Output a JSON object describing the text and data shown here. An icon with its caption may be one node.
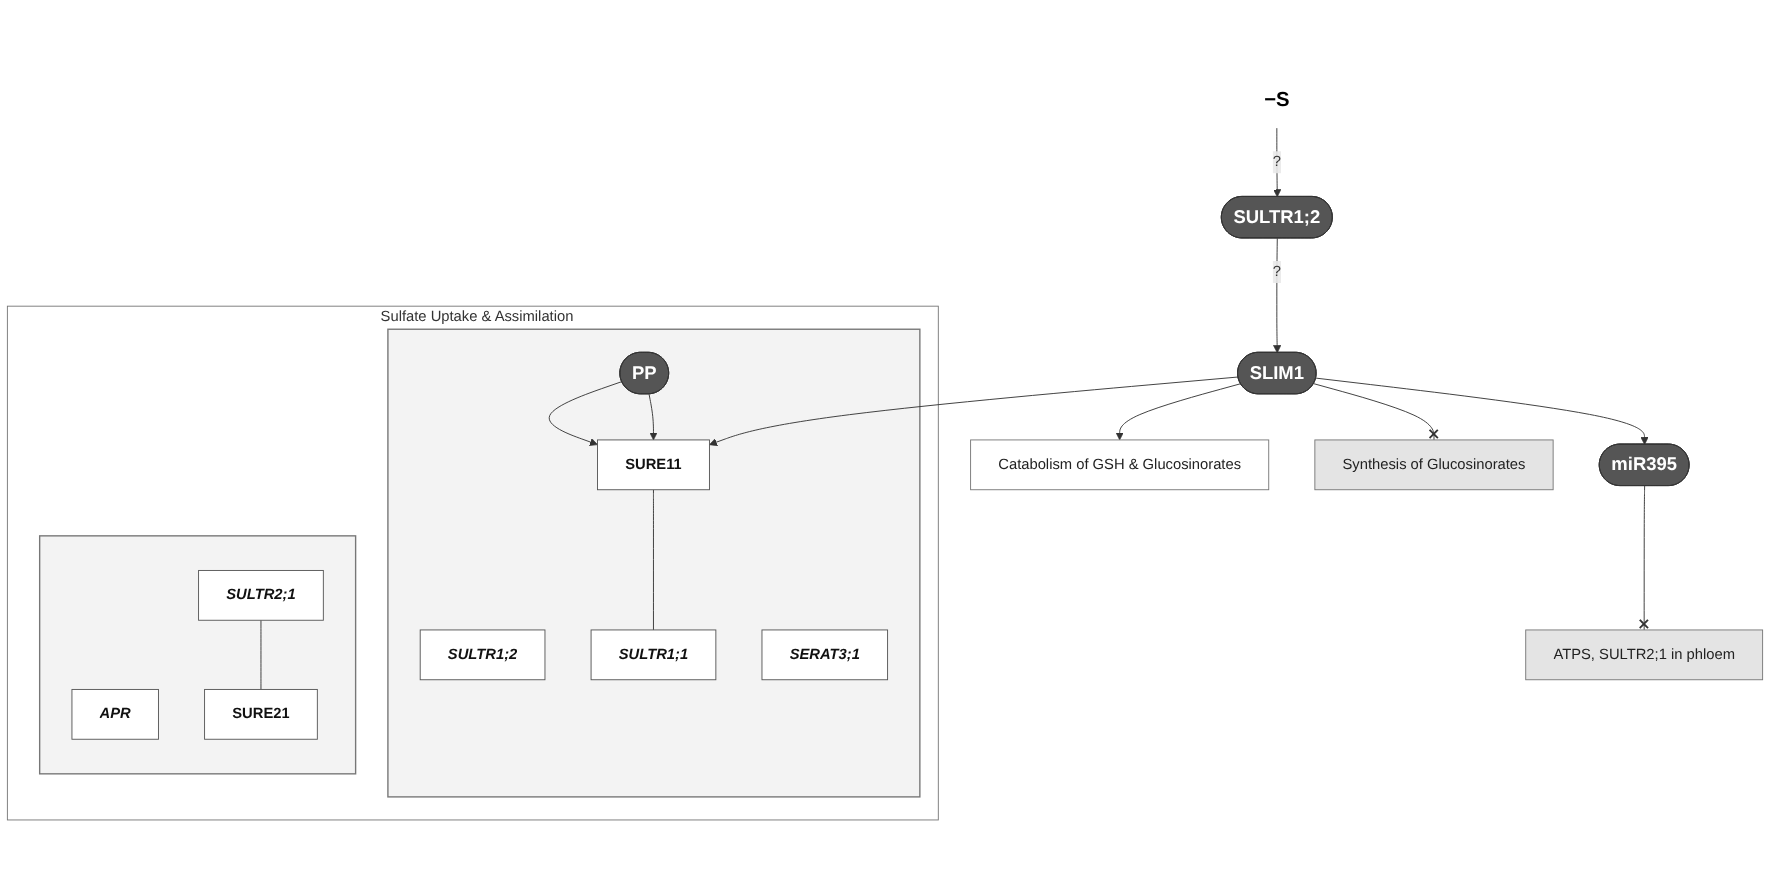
{
  "diagram": {
    "nodes": [
      {
        "text": [
          "−S"
        ]
      },
      {
        "text": [
          "SULTR1;2"
        ]
      },
      {
        "text": [
          "Catabolism of GSH & Glucosinorates"
        ]
      },
      {
        "text": [
          "SLIM1"
        ]
      },
      {
        "text": [
          "Synthesis of Glucosinorates"
        ]
      },
      {
        "text": [
          "ATPS, SULTR2;1 in phloem"
        ]
      },
      {
        "text": [
          "miR395"
        ]
      },
      {
        "text": [
          "Sulfate Uptake & Assimilation"
        ]
      },
      {
        "text": [],
        "shape": "box",
        "in": 7
      },
      {
        "text": [
          "SULTR1;2"
        ],
        "in": 8
      },
      {
        "text": [
          "SURE11"
        ],
        "in": 8
      },
      {
        "text": [
          "SULTR1;1"
        ],
        "in": 8
      },
      {
        "text": [
          "PP"
        ],
        "in": 8
      },
      {
        "text": [
          "SERAT3;1"
        ],
        "in": 8
      },
      {
        "text": [],
        "shape": "box",
        "in": 7
      },
      {
        "text": [
          "APR"
        ],
        "in": 14
      },
      {
        "text": [
          "SULTR2;1"
        ],
        "in": 14
      },
      {
        "text": [
          "SURE21"
        ],
        "in": 14
      }
    ],
    "edges": [
      {
        "from": 0,
        "to": 1,
        "arrow": "to",
        "label": "?"
      },
      {
        "from": 1,
        "to": 3,
        "arrow": "to",
        "label": "?"
      },
      {
        "from": 3,
        "to": 2,
        "arrow": "to"
      },
      {
        "from": 3,
        "to": 4,
        "arrow": "other"
      },
      {
        "from": 3,
        "to": 10,
        "arrow": "to"
      },
      {
        "from": 3,
        "to": 6,
        "arrow": "to"
      },
      {
        "from": 6,
        "to": 5,
        "arrow": "other"
      },
      {
        "from": 12,
        "to": 10,
        "arrow": "to"
      },
      {
        "from": 12,
        "to": 10,
        "arrow": "to"
      },
      {
        "from": 10,
        "to": 11,
        "arrow": "none"
      },
      {
        "from": 16,
        "to": 17,
        "arrow": "none"
      }
    ]
  }
}
